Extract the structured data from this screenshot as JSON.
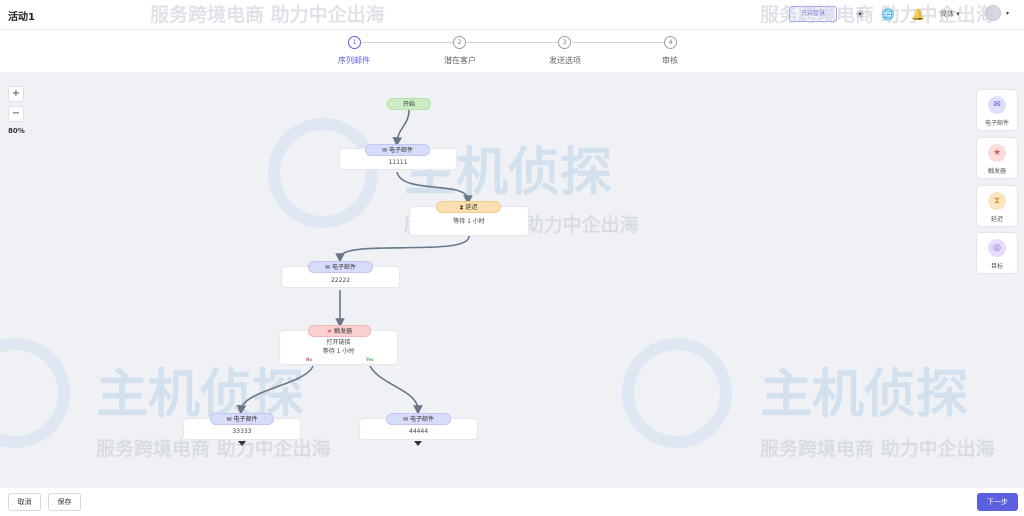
{
  "header": {
    "title": "活动1",
    "open_help_label": "开启智慧",
    "language": "简体"
  },
  "steps": [
    {
      "number": "1",
      "label": "序列邮件"
    },
    {
      "number": "2",
      "label": "潜在客户"
    },
    {
      "number": "3",
      "label": "发送选项"
    },
    {
      "number": "4",
      "label": "审核"
    }
  ],
  "canvas": {
    "zoom_in": "+",
    "zoom_out": "−",
    "zoom_level": "80%"
  },
  "flow": {
    "start": "开始",
    "email1": {
      "label": "电子邮件",
      "content": "11111"
    },
    "delay": {
      "label": "延迟",
      "content": "等待 1 小时"
    },
    "email2": {
      "label": "电子邮件",
      "content": "22222"
    },
    "trigger": {
      "label": "触发器",
      "line1": "打开链接",
      "line2": "等待 1 小时"
    },
    "branch_no": "No",
    "branch_yes": "Yes",
    "email3": {
      "label": "电子邮件",
      "content": "33333"
    },
    "email4": {
      "label": "电子邮件",
      "content": "44444"
    }
  },
  "palette": [
    {
      "label": "电子邮件",
      "icon": "envelope-icon",
      "color": "#5b5fe0"
    },
    {
      "label": "触发器",
      "icon": "star-icon",
      "color": "#e05a5a"
    },
    {
      "label": "延迟",
      "icon": "hourglass-icon",
      "color": "#e0a030"
    },
    {
      "label": "目标",
      "icon": "target-icon",
      "color": "#8a5ee0"
    }
  ],
  "footer": {
    "cancel": "取消",
    "save": "保存",
    "next": "下一步"
  },
  "watermark": {
    "brand": "主机侦探",
    "slogan": "服务跨境电商 助力中企出海"
  },
  "colors": {
    "accent": "#5b5fe0"
  }
}
